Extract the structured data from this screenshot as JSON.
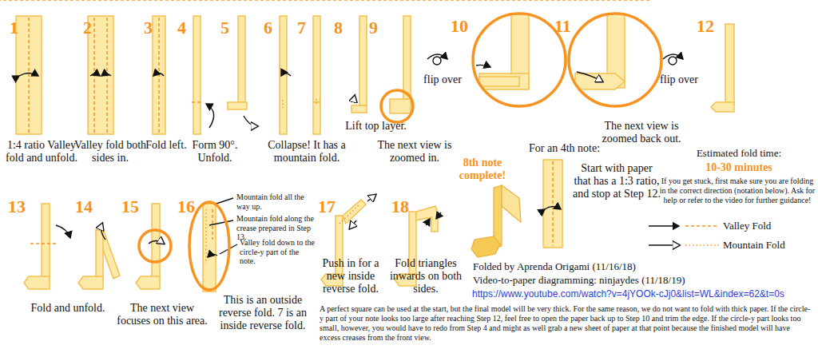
{
  "diagram": {
    "labels": [
      "1",
      "1:4 ratio Valley fold and unfold.",
      "2",
      "Valley fold both sides in.",
      "3",
      "Fold left.",
      "4",
      "Form 90°. Unfold.",
      "5",
      "6",
      "Collapse! It has a mountain fold.",
      "7",
      "8",
      "Lift top layer.",
      "9",
      "The next view is zoomed in.",
      "10",
      "flip over",
      "11",
      "The next view is zoomed back out.",
      "flip over",
      "12",
      "13",
      "Fold and unfold.",
      "14",
      "15",
      "The next view focuses on this area.",
      "16",
      "Mountain fold all the way up.",
      "Mountain fold along the crease prepared in Step 13.",
      "Valley fold down to the circle-y part of the note.",
      "This is an outside reverse fold. 7 is an inside reverse fold.",
      "17",
      "Push in for a new inside reverse fold.",
      "18",
      "Fold triangles inwards on both sides.",
      "8th note complete!",
      "For an 4th note:",
      "Start with paper that has a 1:3 ratio, and stop at Step 12.",
      "Estimated fold time:",
      "10-30 minutes",
      "If you get stuck, first make sure you are folding in the correct direction (notation below). Ask for help or refer to the video for further guidance!",
      "Folded by Aprenda Origami (11/16/18)",
      "Video-to-paper diagramming: ninjaydes (11/18/19)",
      "https://www.youtube.com/watch?v=4jYOOk-cJj0&list=WL&index=62&t=0s",
      "A perfect square can be used at the start, but the final model will be very thick. For the same reason, we do not want to fold with thick paper. If the circle-y part of your note looks too large after reaching Step 12, feel free to open the paper back up to Step 10 and trim the edge. If the circle-y part looks too small, however, you would have to redo from Step 4 and might as well grab a new sheet of paper at that point because the finished model will have excess creases from the front view."
    ],
    "legend": [
      {
        "text": "Valley Fold"
      },
      {
        "text": "Mountain Fold"
      }
    ]
  }
}
